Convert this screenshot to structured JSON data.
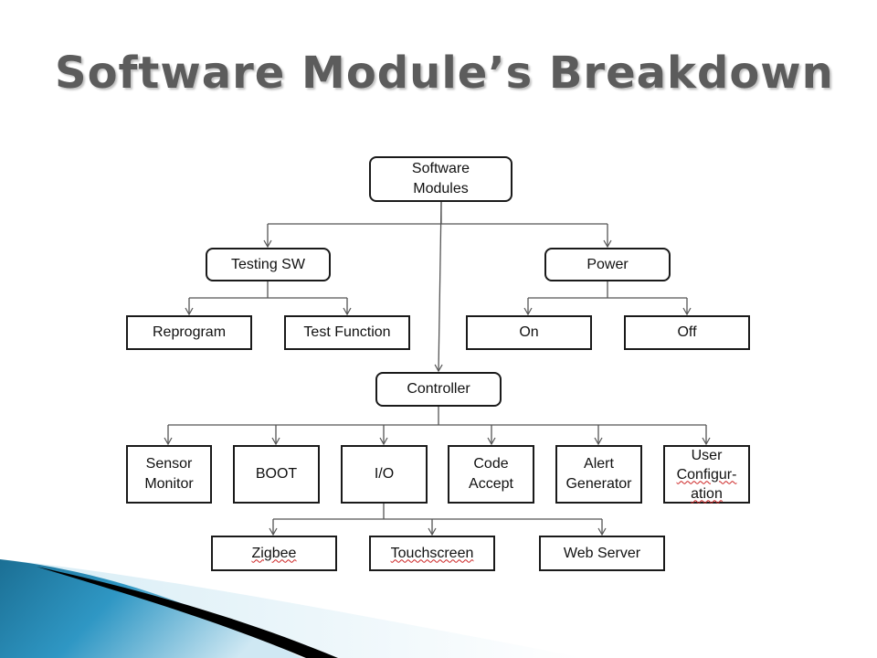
{
  "title": "Software Module’s Breakdown",
  "nodes": {
    "root": "Software Modules",
    "testing": "Testing SW",
    "power": "Power",
    "reprogram": "Reprogram",
    "test_function": "Test Function",
    "on": "On",
    "off": "Off",
    "controller": "Controller",
    "sensor_monitor": "Sensor Monitor",
    "boot": "BOOT",
    "io": "I/O",
    "code_accept": "Code Accept",
    "alert_generator": "Alert Generator",
    "user_config_line1": "User",
    "user_config_line2": "Configur-",
    "user_config_line3": "ation",
    "zigbee": "Zigbee",
    "touchscreen": "Touchscreen",
    "web_server": "Web Server"
  },
  "colors": {
    "title": "#5c5c5c",
    "border": "#1a1a1a",
    "connector": "#555555",
    "accent_blue": "#2a8fb8",
    "accent_black": "#000000"
  }
}
